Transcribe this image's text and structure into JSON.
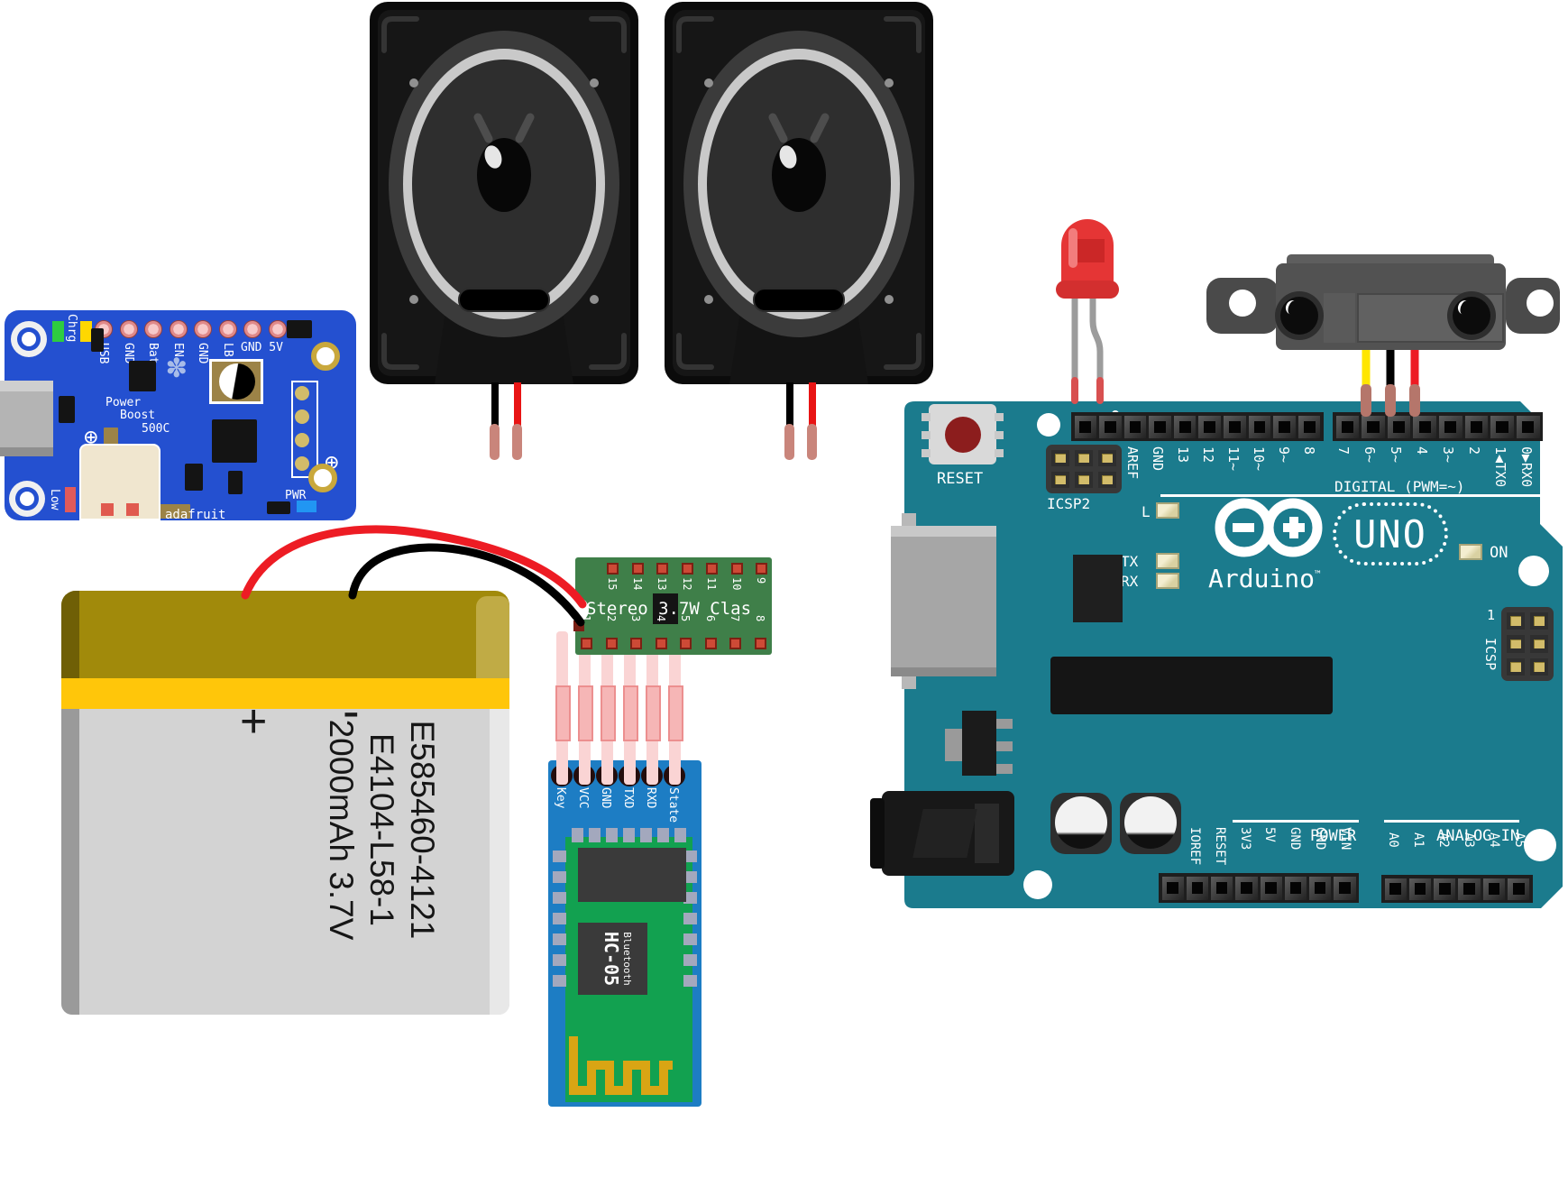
{
  "colors": {
    "arduino_teal": "#1b7b8d",
    "powerboost_blue": "#2450d0",
    "amp_green": "#3f7f49",
    "hc05_blue": "#1d7dc4",
    "hc05_green": "#12a150",
    "battery_yellow": "#ffc60a",
    "battery_gold": "#a18a0b",
    "wire_red": "#ed1c24",
    "wire_yellow": "#ffe600",
    "led_red": "#e53535",
    "status_blue_led": "#2196f3",
    "status_green_led": "#2ecc40",
    "status_yellow_led": "#ffd700",
    "status_low_led": "#e05a5a"
  },
  "powerboost": {
    "chrg_label": "Chrg",
    "low_label": "Low",
    "pwr_label": "PWR",
    "pin_labels": [
      "USB",
      "GND",
      "Bat",
      "EN",
      "GND",
      "LB"
    ],
    "gnd_5v_label": "GND 5V",
    "name_line1": "Power",
    "name_line2": "Boost",
    "name_line3": "500C",
    "brand": "adafruit",
    "screw_icon": "⊕",
    "star_icon": "✽"
  },
  "battery": {
    "polarity_plus": "+",
    "polarity_minus": "-",
    "label_lines": [
      "E585460-4121",
      "E4104-L58-1",
      "2000mAh 3.7V"
    ]
  },
  "amp": {
    "label": "Stereo 3.7W Clas",
    "pins_top": [
      "15",
      "14",
      "13",
      "12",
      "11",
      "10",
      "9"
    ],
    "pins_bottom": [
      "1",
      "2",
      "3",
      "4",
      "5",
      "6",
      "7",
      "8"
    ]
  },
  "hc05": {
    "pin_labels": [
      "Key",
      "VCC",
      "GND",
      "TXD",
      "RXD",
      "State"
    ],
    "chip_sub": "Bluetooth",
    "chip_main": "HC-05"
  },
  "arduino": {
    "reset_label": "RESET",
    "icsp2_label": "ICSP2",
    "icsp_label": "ICSP",
    "icsp_pin1": "1",
    "digital_caption": "DIGITAL (PWM=~)",
    "digital_left_labels": [
      "AREF",
      "GND",
      "13",
      "12",
      "11~",
      "10~",
      "9~",
      "8"
    ],
    "digital_right_labels": [
      "7",
      "6~",
      "5~",
      "4",
      "3~",
      "2",
      "1◀TX0",
      "0▶RX0"
    ],
    "led_l": "L",
    "led_tx": "TX",
    "led_rx": "RX",
    "led_on": "ON",
    "brand": "Arduino",
    "brand_tm": "™",
    "model": "UNO",
    "power_caption": "POWER",
    "power_labels": [
      "IOREF",
      "RESET",
      "3V3",
      "5V",
      "GND",
      "GND",
      "VIN"
    ],
    "analog_caption": "ANALOG IN",
    "analog_labels": [
      "A0",
      "A1",
      "A2",
      "A3",
      "A4",
      "A5"
    ]
  }
}
